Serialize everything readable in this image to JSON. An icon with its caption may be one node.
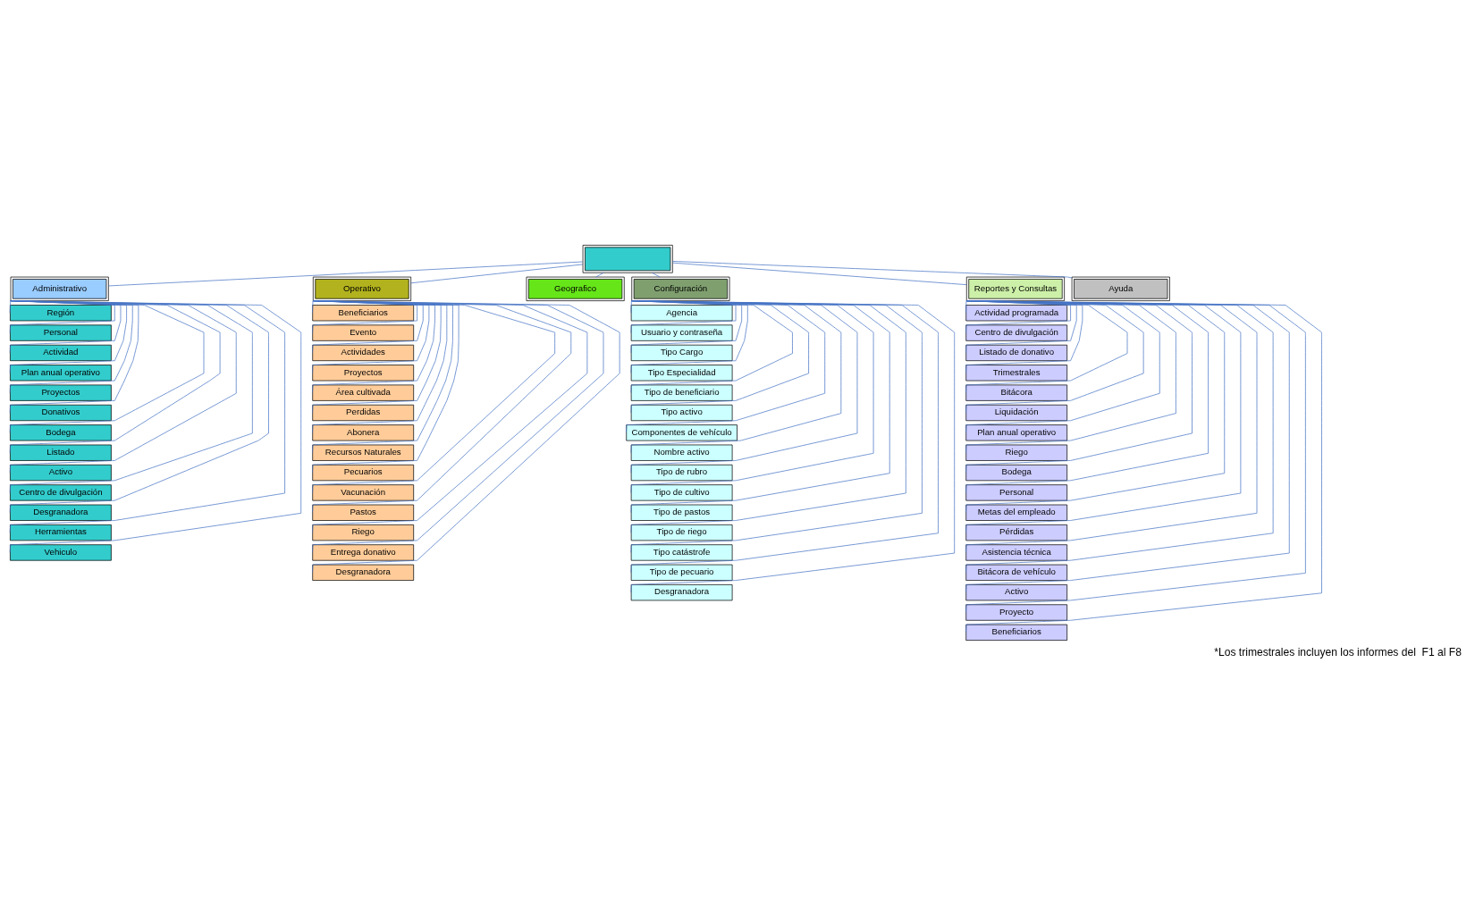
{
  "diagram": {
    "nodes": [
      {
        "text": [],
        "shape": "box"
      },
      {
        "text": [
          "Administrativo"
        ]
      },
      {
        "text": [
          "Operativo"
        ]
      },
      {
        "text": [
          "Geografico"
        ]
      },
      {
        "text": [
          "Configuración"
        ]
      },
      {
        "text": [
          "Reportes y Consultas"
        ]
      },
      {
        "text": [
          "Ayuda"
        ]
      },
      {
        "text": [
          "Región"
        ]
      },
      {
        "text": [
          "Personal"
        ]
      },
      {
        "text": [
          "Actividad"
        ]
      },
      {
        "text": [
          "Plan anual operativo"
        ]
      },
      {
        "text": [
          "Proyectos"
        ]
      },
      {
        "text": [
          "Donativos"
        ]
      },
      {
        "text": [
          "Bodega"
        ]
      },
      {
        "text": [
          "Listado"
        ]
      },
      {
        "text": [
          "Activo"
        ]
      },
      {
        "text": [
          "Centro de divulgación"
        ]
      },
      {
        "text": [
          "Desgranadora"
        ]
      },
      {
        "text": [
          "Herramientas"
        ]
      },
      {
        "text": [
          "Vehiculo"
        ]
      },
      {
        "text": [
          "Beneficiarios"
        ]
      },
      {
        "text": [
          "Evento"
        ]
      },
      {
        "text": [
          "Actividades"
        ]
      },
      {
        "text": [
          "Proyectos"
        ]
      },
      {
        "text": [
          "Área cultivada"
        ]
      },
      {
        "text": [
          "Perdidas"
        ]
      },
      {
        "text": [
          "Abonera"
        ]
      },
      {
        "text": [
          "Recursos Naturales"
        ]
      },
      {
        "text": [
          "Pecuarios"
        ]
      },
      {
        "text": [
          "Vacunación"
        ]
      },
      {
        "text": [
          "Pastos"
        ]
      },
      {
        "text": [
          "Riego"
        ]
      },
      {
        "text": [
          "Entrega donativo"
        ]
      },
      {
        "text": [
          "Desgranadora"
        ]
      },
      {
        "text": [
          "Agencia"
        ]
      },
      {
        "text": [
          "Usuario y contraseña"
        ]
      },
      {
        "text": [
          "Tipo Cargo"
        ]
      },
      {
        "text": [
          "Tipo Especialidad"
        ]
      },
      {
        "text": [
          "Tipo de beneficiario"
        ]
      },
      {
        "text": [
          "Tipo activo"
        ]
      },
      {
        "text": [
          "Componentes de vehículo"
        ]
      },
      {
        "text": [
          "Nombre activo"
        ]
      },
      {
        "text": [
          "Tipo de rubro"
        ]
      },
      {
        "text": [
          "Tipo de cultivo"
        ]
      },
      {
        "text": [
          "Tipo de pastos"
        ]
      },
      {
        "text": [
          "Tipo de riego"
        ]
      },
      {
        "text": [
          "Tipo catástrofe"
        ]
      },
      {
        "text": [
          "Tipo de pecuario"
        ]
      },
      {
        "text": [
          "Desgranadora"
        ]
      },
      {
        "text": [
          "Actividad programada"
        ]
      },
      {
        "text": [
          "Centro de divulgación"
        ]
      },
      {
        "text": [
          "Listado de donativo"
        ]
      },
      {
        "text": [
          "Trimestrales"
        ]
      },
      {
        "text": [
          "Bitácora"
        ]
      },
      {
        "text": [
          "Liquidación"
        ]
      },
      {
        "text": [
          "Plan anual operativo"
        ]
      },
      {
        "text": [
          "Riego"
        ]
      },
      {
        "text": [
          "Bodega"
        ]
      },
      {
        "text": [
          "Personal"
        ]
      },
      {
        "text": [
          "Metas del empleado"
        ]
      },
      {
        "text": [
          "Pérdidas"
        ]
      },
      {
        "text": [
          "Asistencia técnica"
        ]
      },
      {
        "text": [
          "Bitácora de vehículo"
        ]
      },
      {
        "text": [
          "Activo"
        ]
      },
      {
        "text": [
          "Proyecto"
        ]
      },
      {
        "text": [
          "Beneficiarios"
        ]
      }
    ],
    "edges": [
      {
        "from": 0,
        "to": 1,
        "arrow": "none"
      },
      {
        "from": 0,
        "to": 2,
        "arrow": "none"
      },
      {
        "from": 0,
        "to": 3,
        "arrow": "none"
      },
      {
        "from": 0,
        "to": 4,
        "arrow": "none"
      },
      {
        "from": 0,
        "to": 5,
        "arrow": "none"
      },
      {
        "from": 0,
        "to": 6,
        "arrow": "none"
      },
      {
        "from": 1,
        "to": 7,
        "arrow": "none"
      },
      {
        "from": 1,
        "to": 8,
        "arrow": "none"
      },
      {
        "from": 1,
        "to": 9,
        "arrow": "none"
      },
      {
        "from": 1,
        "to": 10,
        "arrow": "none"
      },
      {
        "from": 1,
        "to": 11,
        "arrow": "none"
      },
      {
        "from": 1,
        "to": 12,
        "arrow": "none"
      },
      {
        "from": 1,
        "to": 13,
        "arrow": "none"
      },
      {
        "from": 1,
        "to": 14,
        "arrow": "none"
      },
      {
        "from": 1,
        "to": 15,
        "arrow": "none"
      },
      {
        "from": 1,
        "to": 16,
        "arrow": "none"
      },
      {
        "from": 1,
        "to": 17,
        "arrow": "none"
      },
      {
        "from": 1,
        "to": 18,
        "arrow": "none"
      },
      {
        "from": 1,
        "to": 19,
        "arrow": "none"
      },
      {
        "from": 2,
        "to": 20,
        "arrow": "none"
      },
      {
        "from": 2,
        "to": 21,
        "arrow": "none"
      },
      {
        "from": 2,
        "to": 22,
        "arrow": "none"
      },
      {
        "from": 2,
        "to": 23,
        "arrow": "none"
      },
      {
        "from": 2,
        "to": 24,
        "arrow": "none"
      },
      {
        "from": 2,
        "to": 25,
        "arrow": "none"
      },
      {
        "from": 2,
        "to": 26,
        "arrow": "none"
      },
      {
        "from": 2,
        "to": 27,
        "arrow": "none"
      },
      {
        "from": 2,
        "to": 28,
        "arrow": "none"
      },
      {
        "from": 2,
        "to": 29,
        "arrow": "none"
      },
      {
        "from": 2,
        "to": 30,
        "arrow": "none"
      },
      {
        "from": 2,
        "to": 31,
        "arrow": "none"
      },
      {
        "from": 2,
        "to": 32,
        "arrow": "none"
      },
      {
        "from": 2,
        "to": 33,
        "arrow": "none"
      },
      {
        "from": 4,
        "to": 34,
        "arrow": "none"
      },
      {
        "from": 4,
        "to": 35,
        "arrow": "none"
      },
      {
        "from": 4,
        "to": 36,
        "arrow": "none"
      },
      {
        "from": 4,
        "to": 37,
        "arrow": "none"
      },
      {
        "from": 4,
        "to": 38,
        "arrow": "none"
      },
      {
        "from": 4,
        "to": 39,
        "arrow": "none"
      },
      {
        "from": 4,
        "to": 40,
        "arrow": "none"
      },
      {
        "from": 4,
        "to": 41,
        "arrow": "none"
      },
      {
        "from": 4,
        "to": 42,
        "arrow": "none"
      },
      {
        "from": 4,
        "to": 43,
        "arrow": "none"
      },
      {
        "from": 4,
        "to": 44,
        "arrow": "none"
      },
      {
        "from": 4,
        "to": 45,
        "arrow": "none"
      },
      {
        "from": 4,
        "to": 46,
        "arrow": "none"
      },
      {
        "from": 4,
        "to": 47,
        "arrow": "none"
      },
      {
        "from": 4,
        "to": 48,
        "arrow": "none"
      },
      {
        "from": 5,
        "to": 49,
        "arrow": "none"
      },
      {
        "from": 5,
        "to": 50,
        "arrow": "none"
      },
      {
        "from": 5,
        "to": 51,
        "arrow": "none"
      },
      {
        "from": 5,
        "to": 52,
        "arrow": "none"
      },
      {
        "from": 5,
        "to": 53,
        "arrow": "none"
      },
      {
        "from": 5,
        "to": 54,
        "arrow": "none"
      },
      {
        "from": 5,
        "to": 55,
        "arrow": "none"
      },
      {
        "from": 5,
        "to": 56,
        "arrow": "none"
      },
      {
        "from": 5,
        "to": 57,
        "arrow": "none"
      },
      {
        "from": 5,
        "to": 58,
        "arrow": "none"
      },
      {
        "from": 5,
        "to": 59,
        "arrow": "none"
      },
      {
        "from": 5,
        "to": 60,
        "arrow": "none"
      },
      {
        "from": 5,
        "to": 61,
        "arrow": "none"
      },
      {
        "from": 5,
        "to": 62,
        "arrow": "none"
      },
      {
        "from": 5,
        "to": 63,
        "arrow": "none"
      },
      {
        "from": 5,
        "to": 64,
        "arrow": "none"
      },
      {
        "from": 5,
        "to": 65,
        "arrow": "none"
      }
    ],
    "labels": [
      "*Los trimestrales incluyen los informes del  F1 al F8"
    ]
  }
}
